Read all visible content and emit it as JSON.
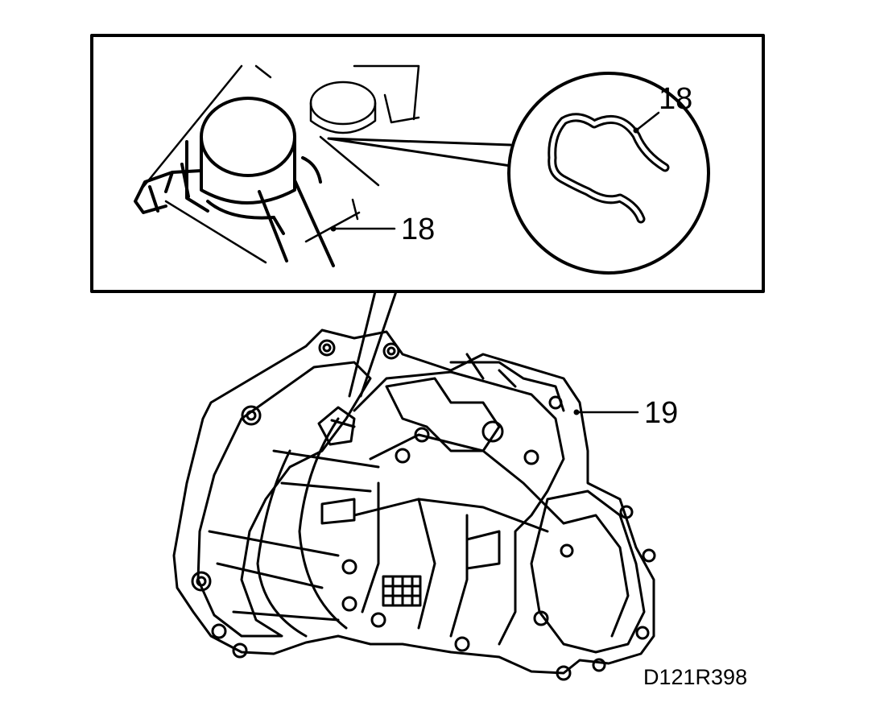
{
  "labels": {
    "inset_clip_callout": "18",
    "inset_part_callout": "18",
    "gearbox_callout": "19"
  },
  "figure_code": "D121R398",
  "colors": {
    "ink": "#000000",
    "paper": "#ffffff"
  }
}
